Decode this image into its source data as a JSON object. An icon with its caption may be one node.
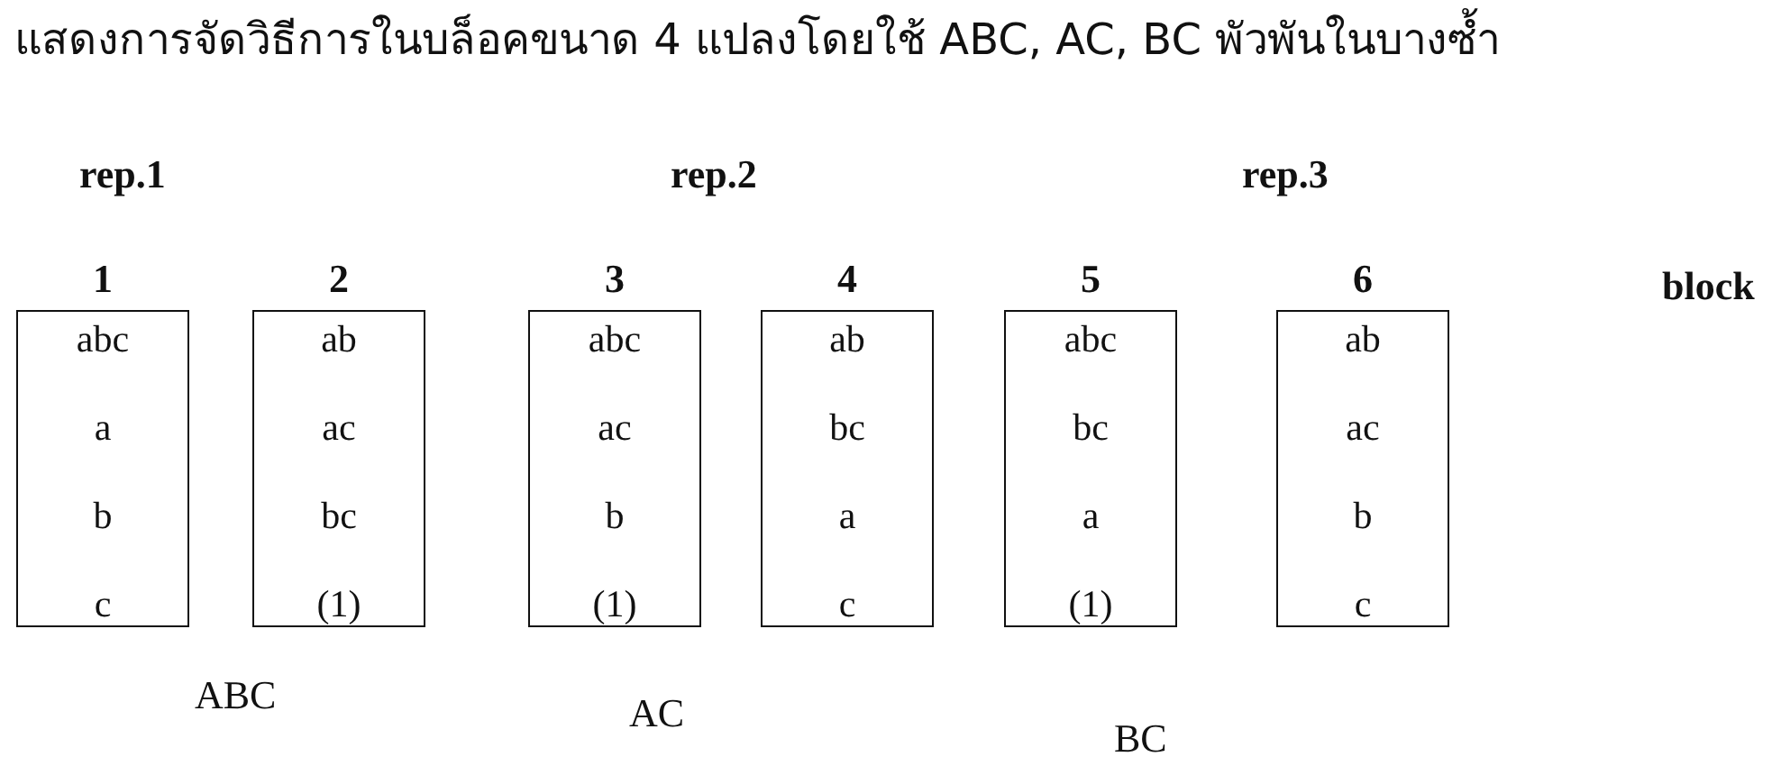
{
  "diagram": {
    "title": "แสดงการจัดวิธีการในบล็อคขนาด 4 แปลงโดยใช้  ABC, AC, BC พัวพันในบางซ้ำ",
    "nodes": [
      {
        "text": [
          "1",
          "abc",
          "a",
          "b",
          "c"
        ]
      },
      {
        "text": [
          "2",
          "ab",
          "ac",
          "bc",
          "(1)"
        ]
      },
      {
        "text": [
          "3",
          "abc",
          "ac",
          "b",
          "(1)"
        ]
      },
      {
        "text": [
          "4",
          "ab",
          "bc",
          "a",
          "c"
        ]
      },
      {
        "text": [
          "5",
          "abc",
          "bc",
          "a",
          "(1)"
        ]
      },
      {
        "text": [
          "6",
          "ab",
          "ac",
          "b",
          "c"
        ]
      }
    ],
    "labels": [
      "rep.1",
      "rep.2",
      "rep.3",
      "block",
      "ABC",
      "AC",
      "BC"
    ]
  }
}
